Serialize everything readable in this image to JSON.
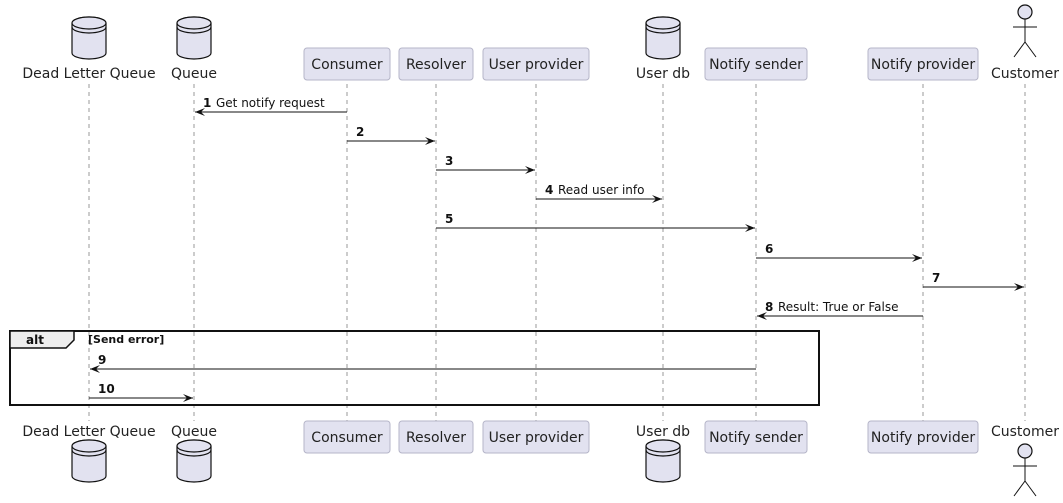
{
  "participants": [
    {
      "id": "dlq",
      "label": "Dead Letter Queue",
      "kind": "database"
    },
    {
      "id": "queue",
      "label": "Queue",
      "kind": "database"
    },
    {
      "id": "consumer",
      "label": "Consumer",
      "kind": "participant"
    },
    {
      "id": "resolver",
      "label": "Resolver",
      "kind": "participant"
    },
    {
      "id": "userprovider",
      "label": "User provider",
      "kind": "participant"
    },
    {
      "id": "userdb",
      "label": "User db",
      "kind": "database"
    },
    {
      "id": "notifysender",
      "label": "Notify sender",
      "kind": "participant"
    },
    {
      "id": "notifyprovider",
      "label": "Notify provider",
      "kind": "participant"
    },
    {
      "id": "customer",
      "label": "Customer",
      "kind": "actor"
    }
  ],
  "messages": [
    {
      "num": "1",
      "text": "Get notify request",
      "from": "consumer",
      "to": "queue"
    },
    {
      "num": "2",
      "text": "",
      "from": "consumer",
      "to": "resolver"
    },
    {
      "num": "3",
      "text": "",
      "from": "resolver",
      "to": "userprovider"
    },
    {
      "num": "4",
      "text": "Read user info",
      "from": "userprovider",
      "to": "userdb"
    },
    {
      "num": "5",
      "text": "",
      "from": "resolver",
      "to": "notifysender"
    },
    {
      "num": "6",
      "text": "",
      "from": "notifysender",
      "to": "notifyprovider"
    },
    {
      "num": "7",
      "text": "",
      "from": "notifyprovider",
      "to": "customer"
    },
    {
      "num": "8",
      "text": "Result: True or False",
      "from": "notifyprovider",
      "to": "notifysender"
    },
    {
      "num": "9",
      "text": "",
      "from": "notifysender",
      "to": "dlq"
    },
    {
      "num": "10",
      "text": "",
      "from": "dlq",
      "to": "queue"
    }
  ],
  "alt_fragment": {
    "keyword": "alt",
    "guard": "[Send error]"
  }
}
